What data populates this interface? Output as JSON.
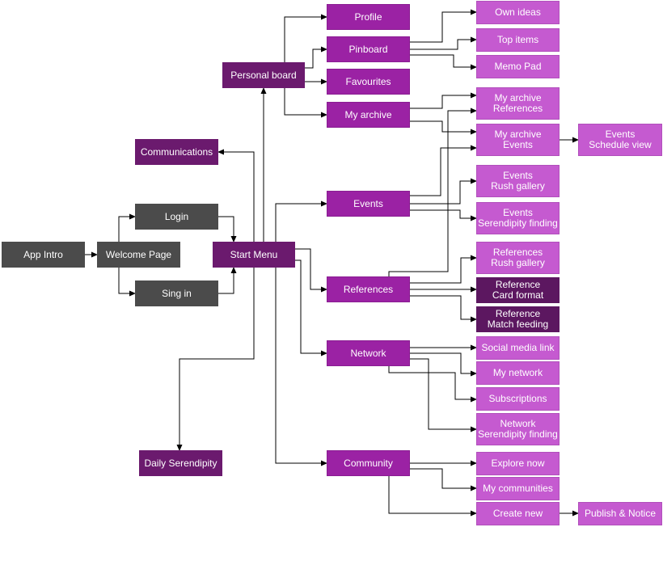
{
  "diagram": {
    "colors": {
      "gray": "#4b4b4b",
      "dark_purple": "#6b1a6e",
      "purple": "#9b22a4",
      "light_purple": "#c55ad0",
      "deep_purple": "#5c1760",
      "connector": "#000000"
    },
    "nodes": {
      "app_intro": [
        "App Intro"
      ],
      "welcome_page": [
        "Welcome Page"
      ],
      "login": [
        "Login"
      ],
      "sing_in": [
        "Sing in"
      ],
      "start_menu": [
        "Start Menu"
      ],
      "communications": [
        "Communications"
      ],
      "daily_serendipity": [
        "Daily Serendipity"
      ],
      "personal_board": [
        "Personal board"
      ],
      "profile": [
        "Profile"
      ],
      "pinboard": [
        "Pinboard"
      ],
      "favourites": [
        "Favourites"
      ],
      "my_archive": [
        "My archive"
      ],
      "own_ideas": [
        "Own ideas"
      ],
      "top_items": [
        "Top items"
      ],
      "memo_pad": [
        "Memo Pad"
      ],
      "my_archive_references": [
        "My archive",
        "References"
      ],
      "my_archive_events": [
        "My archive",
        "Events"
      ],
      "events_schedule_view": [
        "Events",
        "Schedule view"
      ],
      "events": [
        "Events"
      ],
      "events_rush_gallery": [
        "Events",
        "Rush gallery"
      ],
      "events_serendipity_finding": [
        "Events",
        "Serendipity finding"
      ],
      "references": [
        "References"
      ],
      "references_rush_gallery": [
        "References",
        "Rush gallery"
      ],
      "reference_card_format": [
        "Reference",
        "Card format"
      ],
      "reference_match_feeding": [
        "Reference",
        "Match feeding"
      ],
      "network": [
        "Network"
      ],
      "social_media_link": [
        "Social media link"
      ],
      "my_network": [
        "My network"
      ],
      "subscriptions": [
        "Subscriptions"
      ],
      "network_serendipity_finding": [
        "Network",
        "Serendipity finding"
      ],
      "community": [
        "Community"
      ],
      "explore_now": [
        "Explore now"
      ],
      "my_communities": [
        "My communities"
      ],
      "create_new": [
        "Create new"
      ],
      "publish_notice": [
        "Publish & Notice"
      ]
    },
    "edges": [
      [
        "app_intro",
        "welcome_page"
      ],
      [
        "welcome_page",
        "login"
      ],
      [
        "welcome_page",
        "sing_in"
      ],
      [
        "login",
        "start_menu"
      ],
      [
        "sing_in",
        "start_menu"
      ],
      [
        "start_menu",
        "personal_board"
      ],
      [
        "start_menu",
        "communications"
      ],
      [
        "start_menu",
        "daily_serendipity"
      ],
      [
        "start_menu",
        "events"
      ],
      [
        "start_menu",
        "references"
      ],
      [
        "start_menu",
        "network"
      ],
      [
        "start_menu",
        "community"
      ],
      [
        "personal_board",
        "profile"
      ],
      [
        "personal_board",
        "pinboard"
      ],
      [
        "personal_board",
        "favourites"
      ],
      [
        "personal_board",
        "my_archive"
      ],
      [
        "pinboard",
        "own_ideas"
      ],
      [
        "pinboard",
        "top_items"
      ],
      [
        "pinboard",
        "memo_pad"
      ],
      [
        "my_archive",
        "my_archive_references"
      ],
      [
        "my_archive",
        "my_archive_events"
      ],
      [
        "my_archive_events",
        "events_schedule_view"
      ],
      [
        "events",
        "my_archive_events"
      ],
      [
        "events",
        "events_rush_gallery"
      ],
      [
        "events",
        "events_serendipity_finding"
      ],
      [
        "references",
        "my_archive_references"
      ],
      [
        "references",
        "references_rush_gallery"
      ],
      [
        "references",
        "reference_card_format"
      ],
      [
        "references",
        "reference_match_feeding"
      ],
      [
        "network",
        "social_media_link"
      ],
      [
        "network",
        "my_network"
      ],
      [
        "network",
        "subscriptions"
      ],
      [
        "network",
        "network_serendipity_finding"
      ],
      [
        "community",
        "explore_now"
      ],
      [
        "community",
        "my_communities"
      ],
      [
        "community",
        "create_new"
      ],
      [
        "create_new",
        "publish_notice"
      ]
    ]
  }
}
